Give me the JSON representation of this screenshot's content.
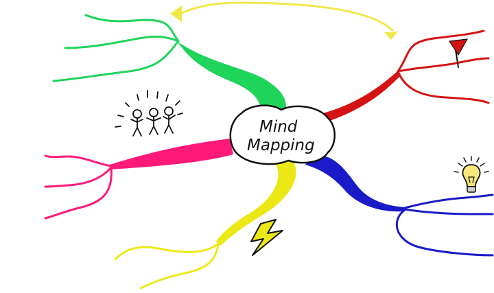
{
  "central_topic": {
    "line1": "Mind",
    "line2": "Mapping"
  },
  "branches": [
    {
      "color": "#1ed45a",
      "direction": "upper-left"
    },
    {
      "color": "#d41414",
      "direction": "upper-right"
    },
    {
      "color": "#ff1a7a",
      "direction": "left"
    },
    {
      "color": "#ece816",
      "direction": "lower-left"
    },
    {
      "color": "#1a1ac8",
      "direction": "lower-right"
    }
  ],
  "connector_arrow": {
    "color": "#f0e84a"
  },
  "icons": [
    "stick-figures-icon",
    "red-flag-icon",
    "lightbulb-icon",
    "lightning-bolt-icon"
  ]
}
